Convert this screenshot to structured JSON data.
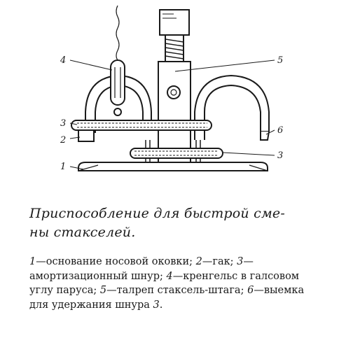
{
  "figure": {
    "labels": {
      "l1": "1",
      "l2": "2",
      "l3a": "3",
      "l3b": "3",
      "l4": "4",
      "l5": "5",
      "l6": "6"
    }
  },
  "caption": {
    "title_line1": "Приспособление для быстрой сме-",
    "title_line2": "ны стакселей."
  },
  "legend": {
    "items": [
      {
        "num": "1",
        "text": "—основание носовой оковки; "
      },
      {
        "num": "2",
        "text": "—гак; "
      },
      {
        "num": "3",
        "text": "—амортизационный шнур; "
      },
      {
        "num": "4",
        "text": "—кренгельс в галсовом углу паруса; "
      },
      {
        "num": "5",
        "text": "—талреп стаксель-штага; "
      },
      {
        "num": "6",
        "text": "—выемка для удержания шнура "
      },
      {
        "num": "3",
        "text": "."
      }
    ]
  }
}
